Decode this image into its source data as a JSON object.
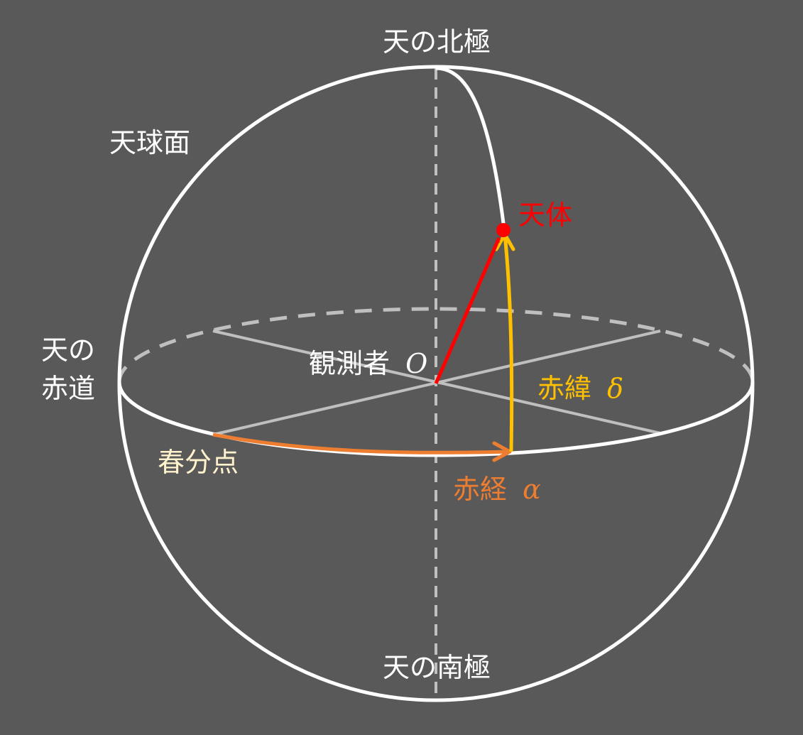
{
  "colors": {
    "background": "#595959",
    "sphere": "#ffffff",
    "hidden": "#bfbfbf",
    "star": "#ff0000",
    "declination": "#ffc000",
    "right_ascension": "#ed7d31",
    "vernal_equinox": "#fff2cc"
  },
  "labels": {
    "north_pole": "天の北極",
    "south_pole": "天の南極",
    "sphere": "天球面",
    "equator_line1": "天の",
    "equator_line2": "赤道",
    "observer": "観測者",
    "observer_symbol": "O",
    "star": "天体",
    "declination": "赤緯",
    "declination_symbol": "δ",
    "right_ascension": "赤経",
    "right_ascension_symbol": "α",
    "vernal_equinox": "春分点"
  }
}
